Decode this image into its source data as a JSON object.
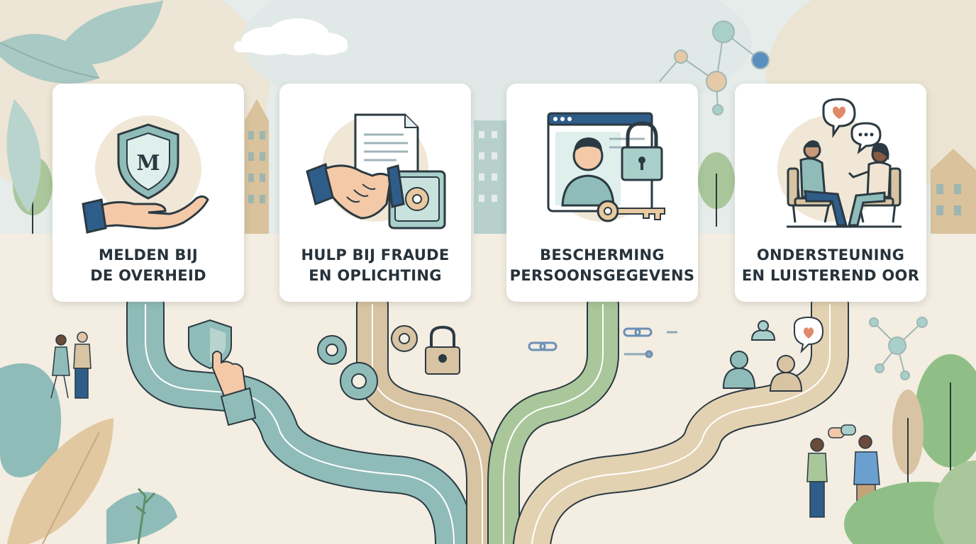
{
  "steps": [
    {
      "id": "melden",
      "line1": "MELDEN BIJ",
      "line2": "DE OVERHEID",
      "icon": "shield-hand-icon"
    },
    {
      "id": "fraude",
      "line1": "HULP BIJ FRAUDE",
      "line2": "EN OPLICHTING",
      "icon": "handshake-safe-icon"
    },
    {
      "id": "gegevens",
      "line1": "BESCHERMING",
      "line2": "PERSOONSGEGEVENS",
      "icon": "profile-lock-icon"
    },
    {
      "id": "ondersteuning",
      "line1": "ONDERSTEUNING",
      "line2": "EN LUISTEREND OOR",
      "icon": "conversation-icon"
    }
  ],
  "shield_letter": "M",
  "colors": {
    "background": "#f3ede2",
    "teal": "#8fbcb8",
    "tan": "#d8c4a2",
    "sage": "#a9c79a",
    "navy": "#2f5d8a",
    "outline": "#2b3a42"
  }
}
